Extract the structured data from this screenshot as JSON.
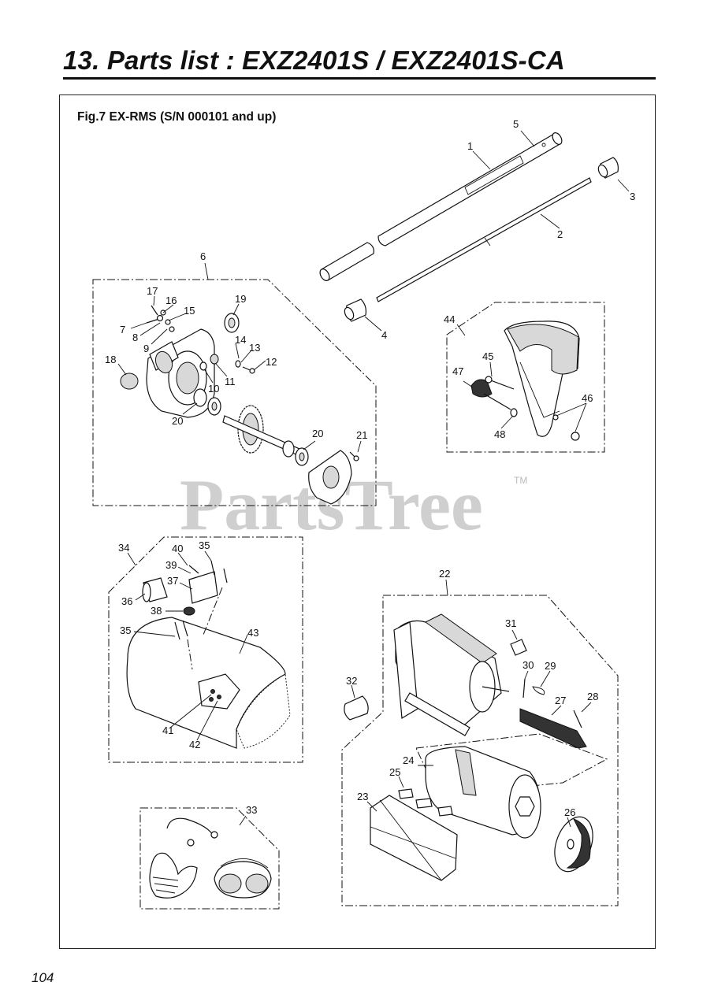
{
  "header": {
    "title": "13. Parts list : EXZ2401S / EXZ2401S-CA"
  },
  "figure": {
    "label": "Fig.7 EX-RMS  (S/N 000101 and up)"
  },
  "watermark": {
    "text": "PartsTree",
    "tm": "TM"
  },
  "footer": {
    "page_number": "104"
  },
  "callouts": {
    "c1": "1",
    "c2": "2",
    "c3": "3",
    "c4": "4",
    "c5": "5",
    "c6": "6",
    "c7": "7",
    "c8": "8",
    "c9": "9",
    "c10": "10",
    "c11": "11",
    "c12": "12",
    "c13": "13",
    "c14": "14",
    "c15": "15",
    "c16": "16",
    "c17": "17",
    "c18": "18",
    "c19": "19",
    "c20a": "20",
    "c20b": "20",
    "c21": "21",
    "c22": "22",
    "c23": "23",
    "c24": "24",
    "c25": "25",
    "c26": "26",
    "c27": "27",
    "c28": "28",
    "c29": "29",
    "c30": "30",
    "c31": "31",
    "c32": "32",
    "c33": "33",
    "c34": "34",
    "c35a": "35",
    "c35b": "35",
    "c36": "36",
    "c37": "37",
    "c38": "38",
    "c39": "39",
    "c40": "40",
    "c41": "41",
    "c42": "42",
    "c43": "43",
    "c44": "44",
    "c45": "45",
    "c46": "46",
    "c47": "47",
    "c48": "48"
  }
}
